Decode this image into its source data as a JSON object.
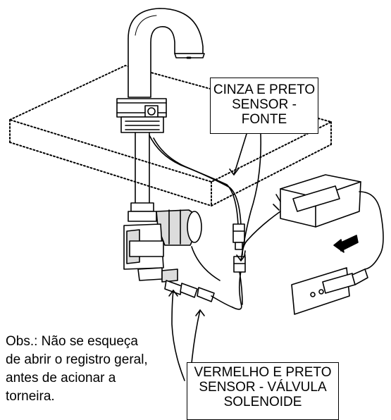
{
  "labels": {
    "top_box": [
      "CINZA E PRETO",
      "SENSOR -",
      "FONTE"
    ],
    "bottom_box": [
      "VERMELHO E PRETO",
      "SENSOR - VÁLVULA",
      "SOLENOIDE"
    ]
  },
  "note": [
    "Obs.: Não se esqueça",
    "de abrir o registro geral,",
    "antes de acionar a",
    "torneira."
  ],
  "colors": {
    "ink": "#000000",
    "fill": "#ffffff",
    "shade": "#dcdcdc"
  }
}
